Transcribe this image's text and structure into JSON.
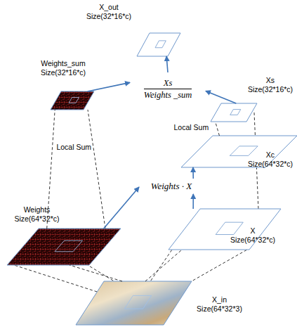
{
  "diagram": {
    "nodes": [
      {
        "text": [
          "X_out",
          "Size(32*16*c)"
        ]
      },
      {
        "text": [
          "Weights_sum",
          "Size(32*16*c)"
        ]
      },
      {
        "text": [
          "Xs",
          "Weights _sum"
        ]
      },
      {
        "text": [
          "Xs",
          "Size(32*16*c)"
        ]
      },
      {
        "text": [
          "Xc",
          "Size(64*32*c)"
        ]
      },
      {
        "text": [
          "Weights · X"
        ]
      },
      {
        "text": [
          "Weights",
          "Size(64*32*c)"
        ]
      },
      {
        "text": [
          "X",
          "Size(64*32*c)"
        ]
      },
      {
        "text": [
          "X_in",
          "Size(64*32*3)"
        ]
      }
    ],
    "edges": [
      {
        "from": 1,
        "to": 2,
        "arrow": "to"
      },
      {
        "from": 3,
        "to": 2,
        "arrow": "to"
      },
      {
        "from": 2,
        "to": 0,
        "arrow": "to"
      },
      {
        "from": 6,
        "to": 5,
        "arrow": "to"
      },
      {
        "from": 7,
        "to": 5,
        "arrow": "to"
      },
      {
        "from": 5,
        "to": 4,
        "arrow": "to"
      },
      {
        "from": 6,
        "to": 1,
        "label": "Local Sum",
        "arrow": "none"
      },
      {
        "from": 4,
        "to": 3,
        "label": "Local Sum",
        "arrow": "none"
      },
      {
        "from": 8,
        "to": 6,
        "arrow": "none"
      },
      {
        "from": 8,
        "to": 7,
        "arrow": "none"
      }
    ]
  }
}
